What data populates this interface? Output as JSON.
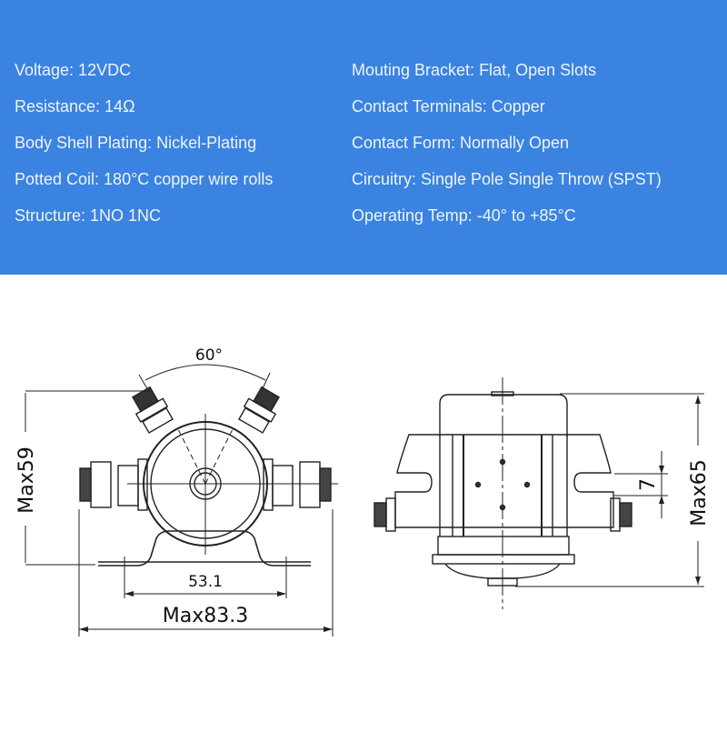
{
  "specs": {
    "left": [
      "Voltage: 12VDC",
      "Resistance:  14Ω",
      "Body Shell Plating:  Nickel-Plating",
      "Potted Coil: 180°C copper wire rolls",
      "Structure: 1NO 1NC"
    ],
    "right": [
      "Mouting Bracket: Flat, Open Slots",
      "Contact Terminals: Copper",
      "Contact Form: Normally Open",
      "Circuitry: Single Pole Single Throw (SPST)",
      "Operating Temp:  -40° to +85°C"
    ]
  },
  "colors": {
    "band": "#3b83e0",
    "text": "#eef4fc",
    "line": "#222222"
  },
  "front_view": {
    "angle_label": "60°",
    "height_label": "Max59",
    "mount_spacing_label": "53.1",
    "width_label": "Max83.3"
  },
  "side_view": {
    "slot_label": "7",
    "height_label": "Max65"
  }
}
